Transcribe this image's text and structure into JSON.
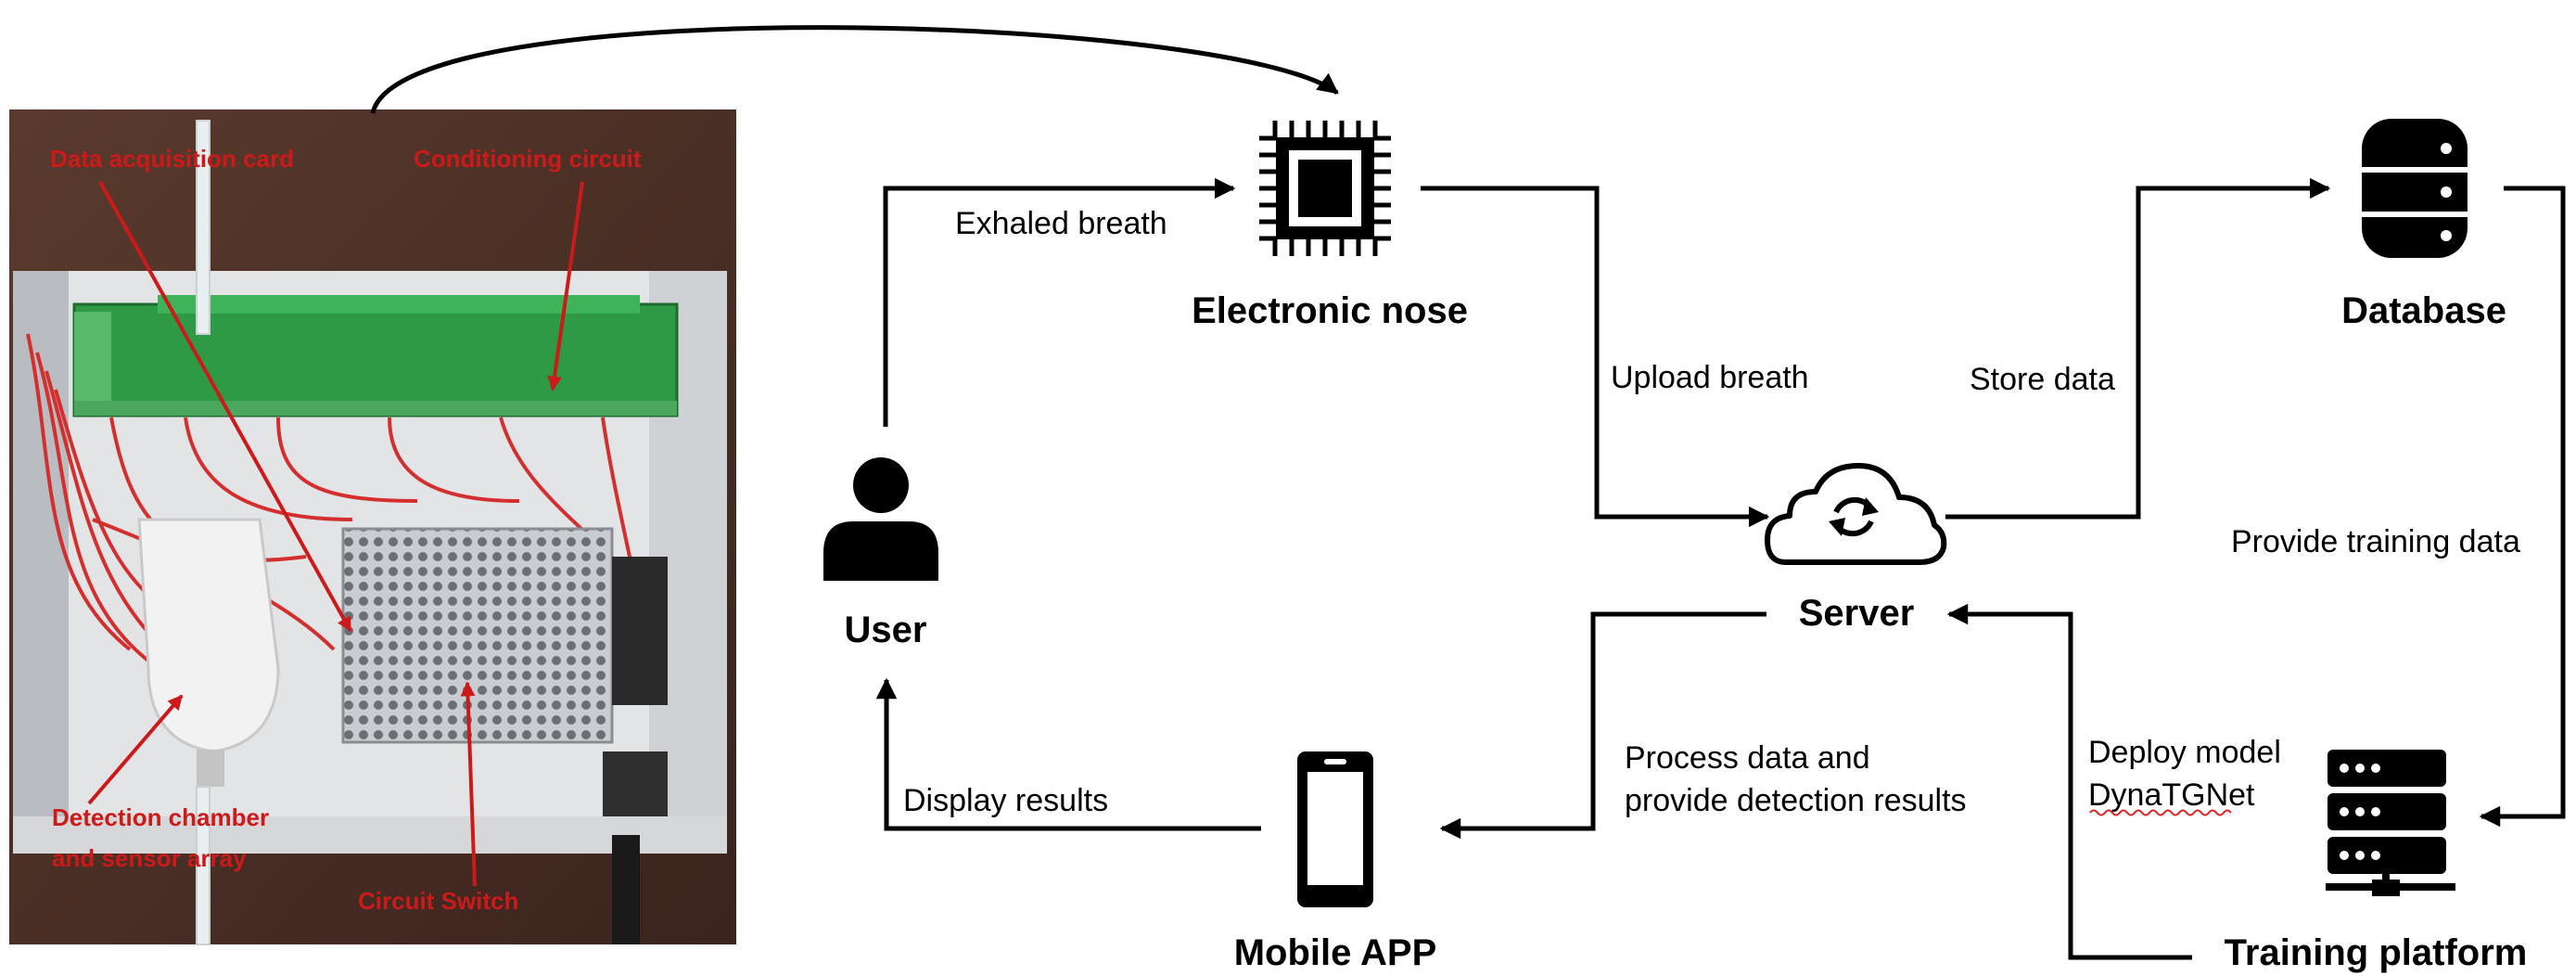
{
  "photo_labels": {
    "daq": "Data acquisition card",
    "conditioning": "Conditioning circuit",
    "chamber_line1": "Detection chamber",
    "chamber_line2": "and sensor array",
    "switch": "Circuit Switch"
  },
  "nodes": {
    "enose": "Electronic nose",
    "database": "Database",
    "user": "User",
    "server": "Server",
    "mobile": "Mobile APP",
    "training": "Training platform"
  },
  "edges": {
    "exhaled": "Exhaled breath",
    "upload": "Upload breath",
    "store": "Store data",
    "provide": "Provide training data",
    "deploy_line1": "Deploy model",
    "deploy_line2": "DynaTGNet",
    "process_line1": "Process data and",
    "process_line2": "provide detection results",
    "display": "Display results"
  },
  "icons": [
    "chip-icon",
    "database-icon",
    "user-icon",
    "cloud-sync-icon",
    "smartphone-icon",
    "server-rack-icon"
  ],
  "colors": {
    "annotation_red": "#cc1a1a",
    "line": "#000000"
  }
}
